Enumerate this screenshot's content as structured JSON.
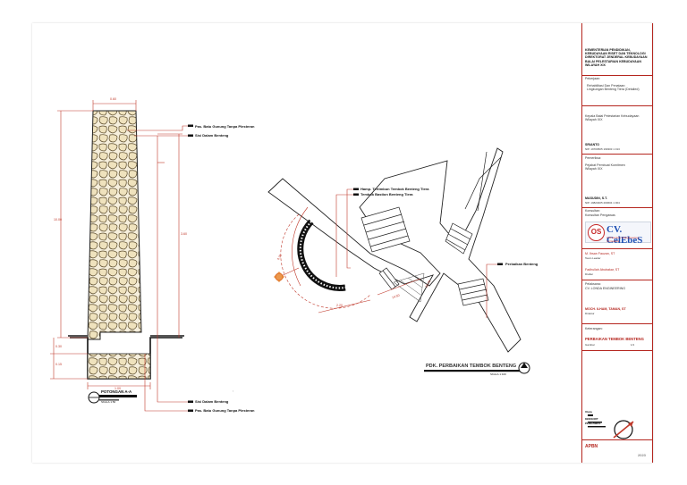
{
  "left_detail": {
    "width_dim": "0.60",
    "height_dim": "10.00",
    "right_dim": "3.60",
    "base_dims": [
      "0.30",
      "0.15"
    ],
    "base_width": "1.00",
    "callout_top_1": "Pas. Batu Gunung Tanpa Plesteran",
    "callout_top_2": "Sisi Dalam Benteng",
    "callout_bottom_1": "Sisi Dalam Benteng",
    "callout_bottom_2": "Pas. Batu Gunung Tanpa Plesteran",
    "section_title": "POTONGAN A-A",
    "section_scale": "SKALA 1:50"
  },
  "plan": {
    "label_1": "Hamp. Tertimbun Tembok Benteng Tiera",
    "label_2": "Tembok Bastion Benteng Tiera",
    "label_3": "Perbaikan Benteng",
    "dim_1": "4.30",
    "dim_2": "2.20",
    "dim_3": "14.50",
    "dim_4": "12.70",
    "title": "PDK. PERBAIKAN TEMBOK BENTENG",
    "scale": "SKALA 1:100"
  },
  "title_block": {
    "org": "KEMENTERIAN PENDIDIKAN,\nKEBUDAYAAN RISET DAN TEKNOLOGI\nDIREKTORAT JENDERAL KEBUDAYAAN\nBALAI PELESTARIAN KEBUDAYAAN\nWILAYAH XIX",
    "pekerjaan_label": "Pekerjaan:",
    "pekerjaan_value": "Rehabilitasi Dan Penataan\nLingkungan Benteng Tiera (Detailed)",
    "kepala_title": "Kepala Balai Pelestarian Kebudayaan\nWilayah XIX",
    "kepala_name": "SRIANTO",
    "kepala_nip": "NIP. 19700505 199303 1 013",
    "pemeriksa_label": "Pemeriksa:",
    "pemeriksa_title": "Pejabat Pembuat Komitmen\nWilayah XIX",
    "pemeriksa_name": "MASUDIN, S.T.",
    "pemeriksa_nip": "NIP. 19820405 200604 1 004",
    "konsultan_label": "Konsultan:",
    "konsultan_value": "Konsultan Pengawas",
    "logo_mark": "OS",
    "logo_name": "CV. CelEbeS",
    "logo_tag": "Architecture & Engineering Consultant",
    "team_1_name": "M. Ihsan Fauzan, ST",
    "team_1_role": "Team Leader",
    "team_2_name": "Fadhullah Abubakar, ST",
    "team_2_role": "Drafter",
    "pelaksana_label": "Pelaksana:",
    "pelaksana_value": "CV. LONDA ENGINEERING",
    "pelaksana_name": "MOCH. ILHAM, TAMAN, ST",
    "pelaksana_role": "Direktur",
    "keterangan_label": "Keterangan:",
    "drawing_title": "PERBAIKAN TEMBOK BENTENG",
    "drawing_sub": "Gambar",
    "drawing_page": "1/1",
    "north_label": "Utara",
    "north_note_1": "KENSORT",
    "north_note_2": "PENGAWAS",
    "footer_left": "APBN",
    "footer_right": "2023"
  },
  "annotation": ","
}
